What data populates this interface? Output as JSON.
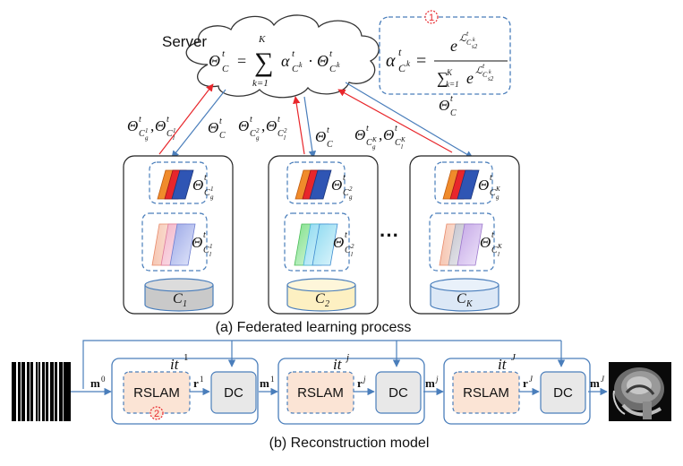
{
  "server": {
    "label": "Server",
    "formula_lhs": "Θ",
    "formula_lhs_sup": "t",
    "formula_lhs_sub": "C",
    "sum_upper": "K",
    "sum_lower": "k=1",
    "term_alpha": "α",
    "term_sup": "t",
    "term_sub": "C",
    "term_subsup": "k",
    "dot": "·",
    "term_theta": "Θ",
    "term_theta_sup": "t",
    "term_theta_sub": "C",
    "term_theta_subsup": "k"
  },
  "alpha_box": {
    "marker": "1",
    "lhs": "α",
    "lhs_sup": "t",
    "lhs_sub": "C",
    "lhs_subsup": "k",
    "numerator": "e",
    "num_exp": "ℒ",
    "num_exp_sup": "t",
    "num_exp_sub": "C",
    "num_exp_sub_sup": "k",
    "num_exp_sub_sub": "s2",
    "denom_sum": "∑",
    "denom_upper": "K",
    "denom_lower": "k=1",
    "denom_e": "e"
  },
  "upload_labels": [
    {
      "g": "Θ",
      "g_sup": "t",
      "g_sub": "C",
      "g_subsup": "1",
      "g_subsub": "g",
      "sep": ",",
      "l": "Θ",
      "l_sup": "t",
      "l_sub": "C",
      "l_subsup": "1",
      "l_subsub": "l"
    },
    {
      "g": "Θ",
      "g_sup": "t",
      "g_sub": "C",
      "g_subsup": "2",
      "g_subsub": "g",
      "sep": ",",
      "l": "Θ",
      "l_sup": "t",
      "l_sub": "C",
      "l_subsup": "2",
      "l_subsub": "l"
    },
    {
      "g": "Θ",
      "g_sup": "t",
      "g_sub": "C",
      "g_subsup": "K",
      "g_subsub": "g",
      "sep": ",",
      "l": "Θ",
      "l_sup": "t",
      "l_sub": "C",
      "l_subsup": "K",
      "l_subsub": "l"
    }
  ],
  "download_label": {
    "theta": "Θ",
    "sup": "t",
    "sub": "C"
  },
  "clients": [
    {
      "name": "C",
      "index": "1",
      "global_param": "Θ",
      "g_sup": "t",
      "g_sub": "C",
      "g_subsup": "1",
      "g_subsub": "g",
      "local_param": "Θ",
      "l_sup": "t",
      "l_sub": "C",
      "l_subsup": "1",
      "l_subsub": "l",
      "db_color": "#c9c9c9"
    },
    {
      "name": "C",
      "index": "2",
      "global_param": "Θ",
      "g_sup": "t",
      "g_sub": "C",
      "g_subsup": "2",
      "g_subsub": "g",
      "local_param": "Θ",
      "l_sup": "t",
      "l_sub": "C",
      "l_subsup": "2",
      "l_subsub": "l",
      "db_color": "#fdf0c2"
    },
    {
      "name": "C",
      "index": "K",
      "global_param": "Θ",
      "g_sup": "t",
      "g_sub": "C",
      "g_subsup": "K",
      "g_subsub": "g",
      "local_param": "Θ",
      "l_sup": "t",
      "l_sub": "C",
      "l_subsup": "K",
      "l_subsub": "l",
      "db_color": "#dce8f6"
    }
  ],
  "ellipsis": "···",
  "caption_a": "(a) Federated learning process",
  "recon": {
    "blocks": [
      {
        "it": "it",
        "it_sup": "1",
        "rslam": "RSLAM",
        "dc": "DC",
        "r": "r",
        "r_sup": "1",
        "m_in": "m",
        "m_in_sup": "0"
      },
      {
        "it": "it",
        "it_sup": "j",
        "rslam": "RSLAM",
        "dc": "DC",
        "r": "r",
        "r_sup": "j",
        "m_in": "m",
        "m_in_sup": "1"
      },
      {
        "it": "it",
        "it_sup": "J",
        "rslam": "RSLAM",
        "dc": "DC",
        "r": "r",
        "r_sup": "J",
        "m_in": "m",
        "m_in_sup": "j"
      }
    ],
    "m_out": "m",
    "m_out_sup": "J",
    "marker": "2"
  },
  "caption_b": "(b) Reconstruction model",
  "colors": {
    "blue": "#4a7ebb",
    "red": "#e8262b",
    "rslam_fill": "#fbe4d5",
    "dc_fill": "#e8e8e8",
    "marker": "#e8262b"
  }
}
